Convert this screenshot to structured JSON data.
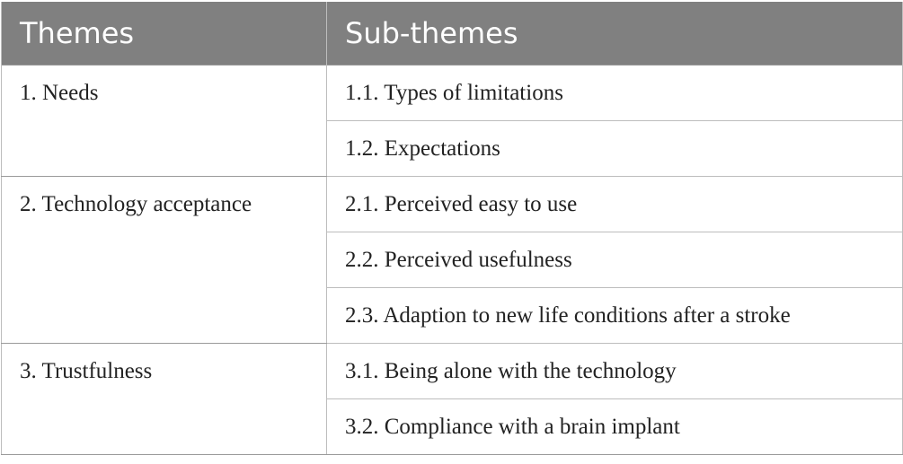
{
  "header": {
    "themes": "Themes",
    "subthemes": "Sub-themes"
  },
  "groups": [
    {
      "theme": "1. Needs",
      "subthemes": [
        "1.1. Types of limitations",
        "1.2. Expectations"
      ]
    },
    {
      "theme": "2. Technology acceptance",
      "subthemes": [
        "2.1. Perceived easy to use",
        "2.2. Perceived usefulness",
        "2.3. Adaption to new life conditions after a stroke"
      ]
    },
    {
      "theme": "3. Trustfulness",
      "subthemes": [
        "3.1. Being alone with the technology",
        "3.2. Compliance with a brain implant"
      ]
    }
  ]
}
